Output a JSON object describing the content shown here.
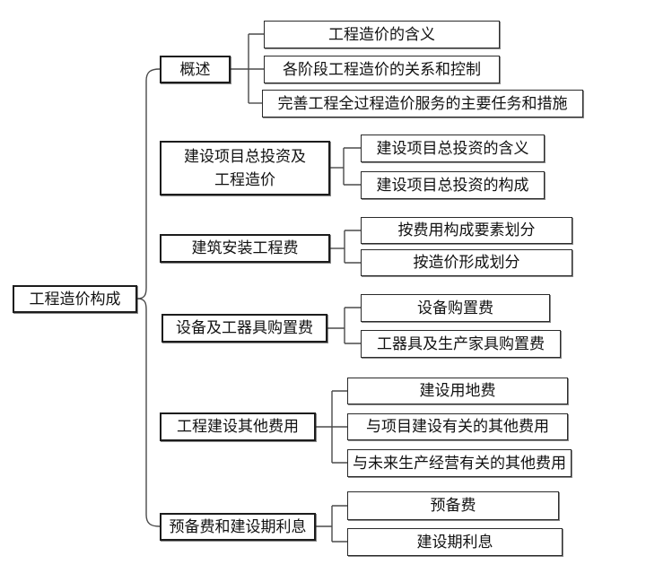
{
  "diagram": {
    "root": "工程造价构成",
    "groups": [
      {
        "branch": "概述",
        "leaves": [
          "工程造价的含义",
          "各阶段工程造价的关系和控制",
          "完善工程全过程造价服务的主要任务和措施"
        ]
      },
      {
        "branch": "建设项目总投资及工程造价",
        "branch_lines": [
          "建设项目总投资及",
          "工程造价"
        ],
        "leaves": [
          "建设项目总投资的含义",
          "建设项目总投资的构成"
        ]
      },
      {
        "branch": "建筑安装工程费",
        "leaves": [
          "按费用构成要素划分",
          "按造价形成划分"
        ]
      },
      {
        "branch": "设备及工器具购置费",
        "leaves": [
          "设备购置费",
          "工器具及生产家具购置费"
        ]
      },
      {
        "branch": "工程建设其他费用",
        "leaves": [
          "建设用地费",
          "与项目建设有关的其他费用",
          "与未来生产经营有关的其他费用"
        ]
      },
      {
        "branch": "预备费和建设期利息",
        "leaves": [
          "预备费",
          "建设期利息"
        ]
      }
    ],
    "colors": {
      "background": "#ffffff",
      "line": "#4a4a4a",
      "border": "#1c1c1c",
      "text": "#111111"
    }
  }
}
